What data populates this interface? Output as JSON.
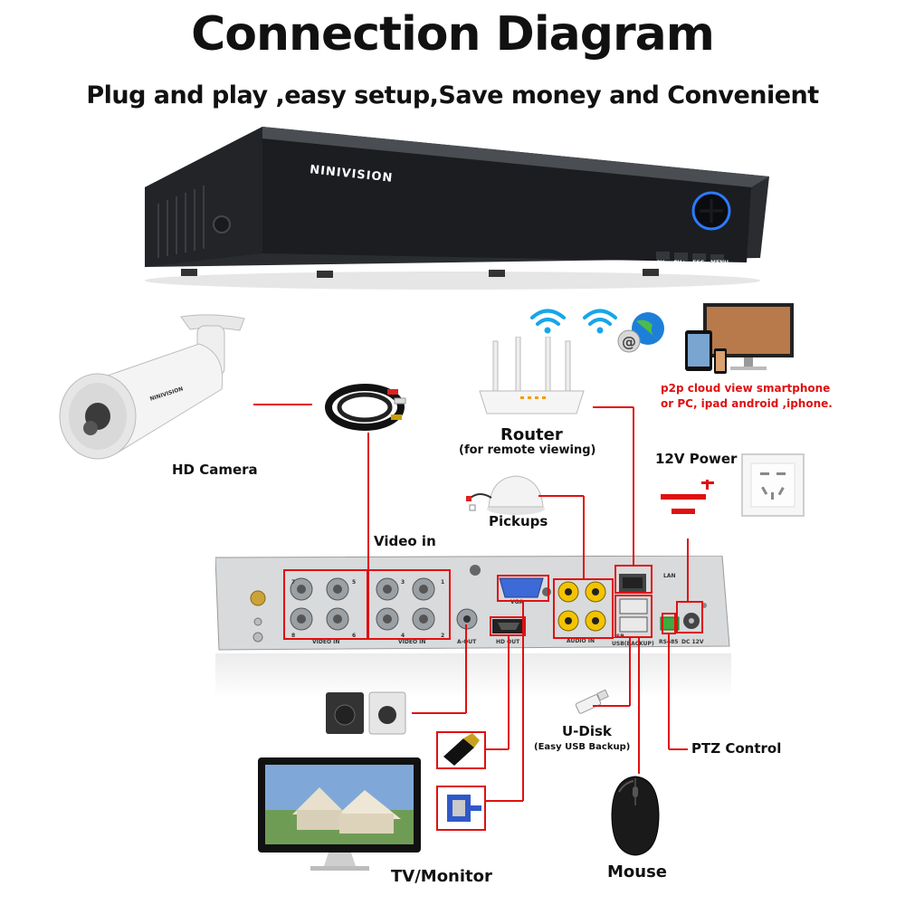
{
  "header": {
    "title": "Connection Diagram",
    "subtitle": "Plug and play ,easy setup,Save money and Convenient"
  },
  "dvr": {
    "brand": "NINIVISION",
    "buttons": [
      "CH-",
      "CH+",
      "ESC",
      "MENU"
    ]
  },
  "camera": {
    "label": "HD Camera",
    "brand": "NINIVISION"
  },
  "router": {
    "label": "Router",
    "sublabel": "(for remote viewing)"
  },
  "p2p": {
    "line1": "p2p cloud  view smartphone",
    "line2": "or PC, ipad android ,iphone."
  },
  "power": {
    "label": "12V Power"
  },
  "pickups": {
    "label": "Pickups"
  },
  "video_in": {
    "label": "Video in"
  },
  "back_panel": {
    "video_in_label_left": "VIDEO IN",
    "video_in_label_right": "VIDEO IN",
    "bnc_numbers_left": [
      "7",
      "5",
      "8",
      "6"
    ],
    "bnc_numbers_right": [
      "3",
      "1",
      "4",
      "2"
    ],
    "a_out": "A-OUT",
    "vga": "VGA",
    "hd_out": "HD OUT",
    "audio_in": "AUDIO IN",
    "lan": "LAN",
    "usb_label": "USB",
    "usb_backup": "USB(BACKUP)",
    "rs485": "RS485",
    "dc": "DC 12V"
  },
  "udisk": {
    "label": "U-Disk",
    "sublabel": "(Easy USB Backup)"
  },
  "ptz": {
    "label": "PTZ Control"
  },
  "tv": {
    "label": "TV/Monitor"
  },
  "mouse": {
    "label": "Mouse"
  },
  "colors": {
    "line": "#e01010",
    "highlight": "#e01010",
    "dvr_body": "#1b1c1f",
    "panel": "#d8dadc"
  }
}
